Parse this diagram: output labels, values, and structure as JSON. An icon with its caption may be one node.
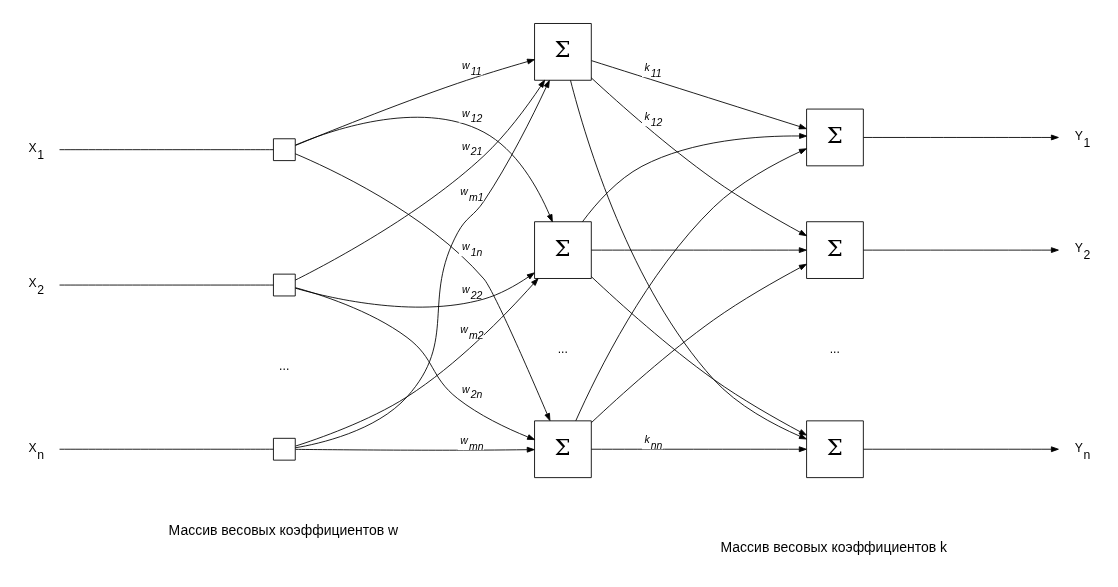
{
  "diagram": {
    "nodes": [
      {
        "text": [
          "X$_{1}$"
        ]
      },
      {
        "text": [
          "X$_{2}$"
        ]
      },
      {
        "text": [
          "X$_{n}$"
        ]
      },
      {
        "text": [],
        "shape": "box"
      },
      {
        "text": [],
        "shape": "box"
      },
      {
        "text": [],
        "shape": "box"
      },
      {
        "text": [
          "Σ"
        ]
      },
      {
        "text": [
          "Σ"
        ]
      },
      {
        "text": [
          "Σ"
        ]
      },
      {
        "text": [
          "Σ"
        ]
      },
      {
        "text": [
          "Σ"
        ]
      },
      {
        "text": [
          "Σ"
        ]
      },
      {
        "text": [
          "Y$_{1}$"
        ]
      },
      {
        "text": [
          "Y$_{2}$"
        ]
      },
      {
        "text": [
          "Y$_{n}$"
        ]
      }
    ],
    "edges": [
      {
        "from": 0,
        "to": 3,
        "arrow": "none"
      },
      {
        "from": 1,
        "to": 4,
        "arrow": "none"
      },
      {
        "from": 2,
        "to": 5,
        "arrow": "none"
      },
      {
        "from": 3,
        "to": 6,
        "arrow": "to",
        "label": "w$_{11}$"
      },
      {
        "from": 3,
        "to": 7,
        "arrow": "to",
        "label": "w$_{12}$"
      },
      {
        "from": 3,
        "to": 8,
        "arrow": "to",
        "label": "w$_{1n}$"
      },
      {
        "from": 4,
        "to": 6,
        "arrow": "to",
        "label": "w$_{21}$"
      },
      {
        "from": 4,
        "to": 7,
        "arrow": "to",
        "label": "w$_{22}$"
      },
      {
        "from": 4,
        "to": 8,
        "arrow": "to",
        "label": "w$_{2n}$"
      },
      {
        "from": 5,
        "to": 6,
        "arrow": "to",
        "label": "w$_{m1}$"
      },
      {
        "from": 5,
        "to": 7,
        "arrow": "to",
        "label": "w$_{m2}$"
      },
      {
        "from": 5,
        "to": 8,
        "arrow": "to",
        "label": "w$_{mn}$"
      },
      {
        "from": 6,
        "to": 9,
        "arrow": "to",
        "label": "k$_{11}$"
      },
      {
        "from": 6,
        "to": 10,
        "arrow": "to",
        "label": "k$_{12}$"
      },
      {
        "from": 6,
        "to": 11,
        "arrow": "to"
      },
      {
        "from": 7,
        "to": 9,
        "arrow": "to"
      },
      {
        "from": 7,
        "to": 10,
        "arrow": "to"
      },
      {
        "from": 7,
        "to": 11,
        "arrow": "to"
      },
      {
        "from": 8,
        "to": 9,
        "arrow": "to"
      },
      {
        "from": 8,
        "to": 10,
        "arrow": "to"
      },
      {
        "from": 8,
        "to": 11,
        "arrow": "to",
        "label": "k$_{nn}$"
      },
      {
        "from": 9,
        "to": 12,
        "arrow": "to"
      },
      {
        "from": 10,
        "to": 13,
        "arrow": "to"
      },
      {
        "from": 11,
        "to": 14,
        "arrow": "to"
      }
    ],
    "labels": [
      "...",
      "...",
      "...",
      "Массив весовых коэффициентов w",
      "Массив весовых коэффициентов k"
    ]
  }
}
